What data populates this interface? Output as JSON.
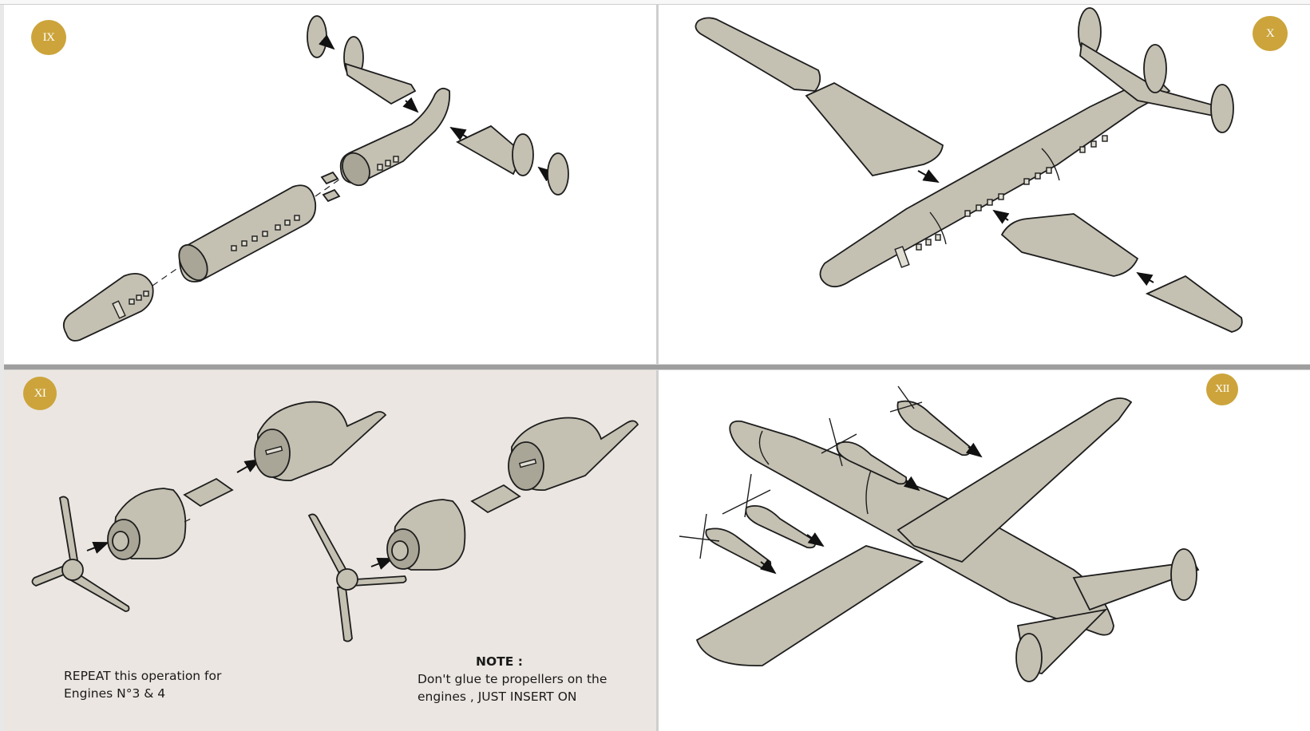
{
  "document": {
    "type": "assembly-instructions",
    "steps": [
      {
        "id": "IX",
        "label": "IX",
        "description": "Fuselage sections and tail assembly exploded view"
      },
      {
        "id": "X",
        "label": "X",
        "description": "Wings attach to assembled fuselage"
      },
      {
        "id": "XI",
        "label": "XI",
        "description": "Engine nacelle and propeller assembly"
      },
      {
        "id": "XII",
        "label": "XII",
        "description": "Engines attach to wings"
      }
    ]
  },
  "step11": {
    "repeat_note": {
      "line1": "REPEAT this operation for",
      "line2": "Engines N°3 & 4"
    },
    "note": {
      "title": "NOTE :",
      "line1": "Don't glue te propellers on the",
      "line2": "engines , JUST INSERT ON"
    }
  },
  "colors": {
    "badge": "#cca43b",
    "badge_text": "#ffffff",
    "panel_bg": "#ffffff",
    "panel_bg_step11": "#ebe6e1",
    "divider": "#9e9e9e",
    "model_gray": "#c4c0b2"
  }
}
